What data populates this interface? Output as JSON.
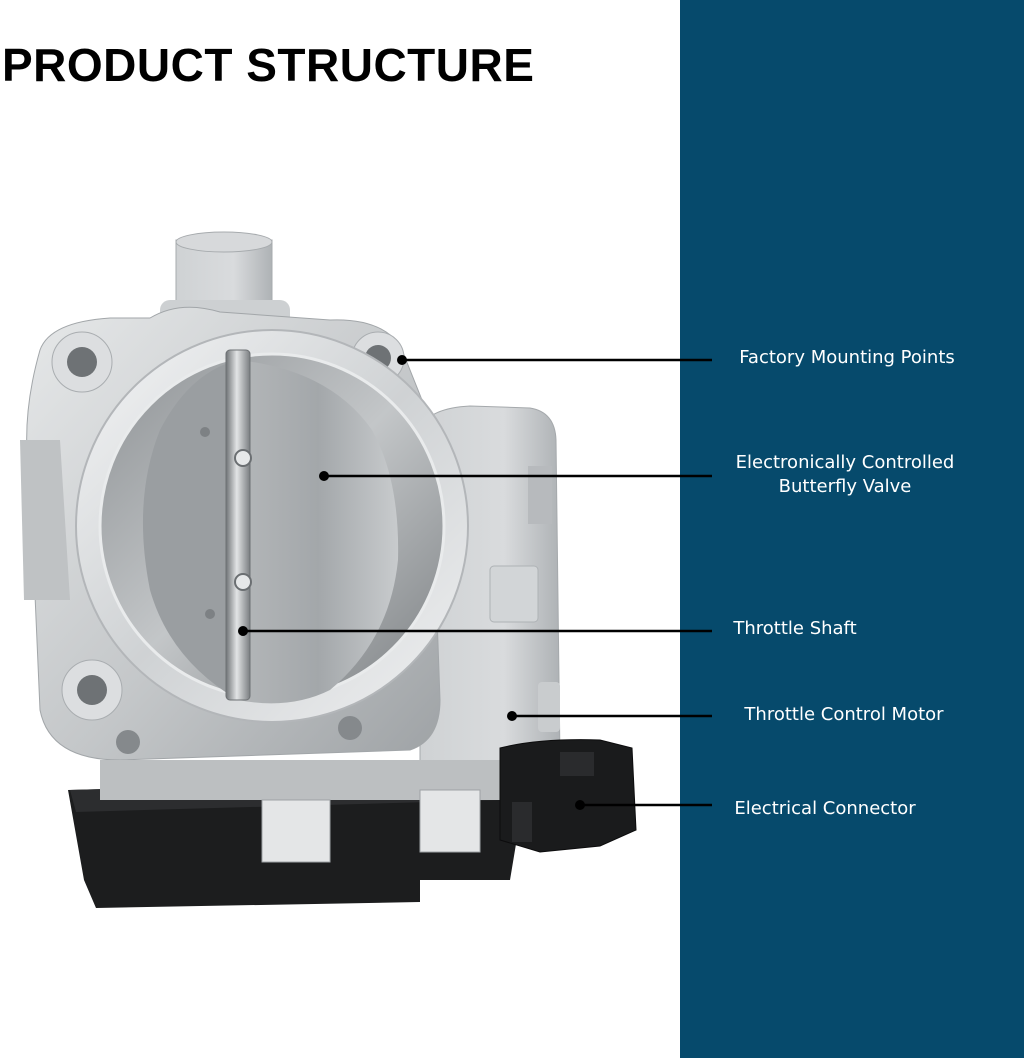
{
  "title": "PRODUCT STRUCTURE",
  "colors": {
    "panel": "#064a6c",
    "leader": "#000000",
    "label_text": "#ffffff",
    "metal_light": "#e4e6e7",
    "metal_mid": "#b9bcbe",
    "metal_dark": "#8c9093",
    "plastic": "#1b1c1d"
  },
  "callouts": [
    {
      "id": "factory-mounting-points",
      "lines": [
        "Factory Mounting Points"
      ]
    },
    {
      "id": "butterfly-valve",
      "lines": [
        "Electronically Controlled",
        "Butterfly Valve"
      ]
    },
    {
      "id": "throttle-shaft",
      "lines": [
        "Throttle Shaft"
      ]
    },
    {
      "id": "throttle-control-motor",
      "lines": [
        "Throttle Control Motor"
      ]
    },
    {
      "id": "electrical-connector",
      "lines": [
        "Electrical Connector"
      ]
    }
  ]
}
